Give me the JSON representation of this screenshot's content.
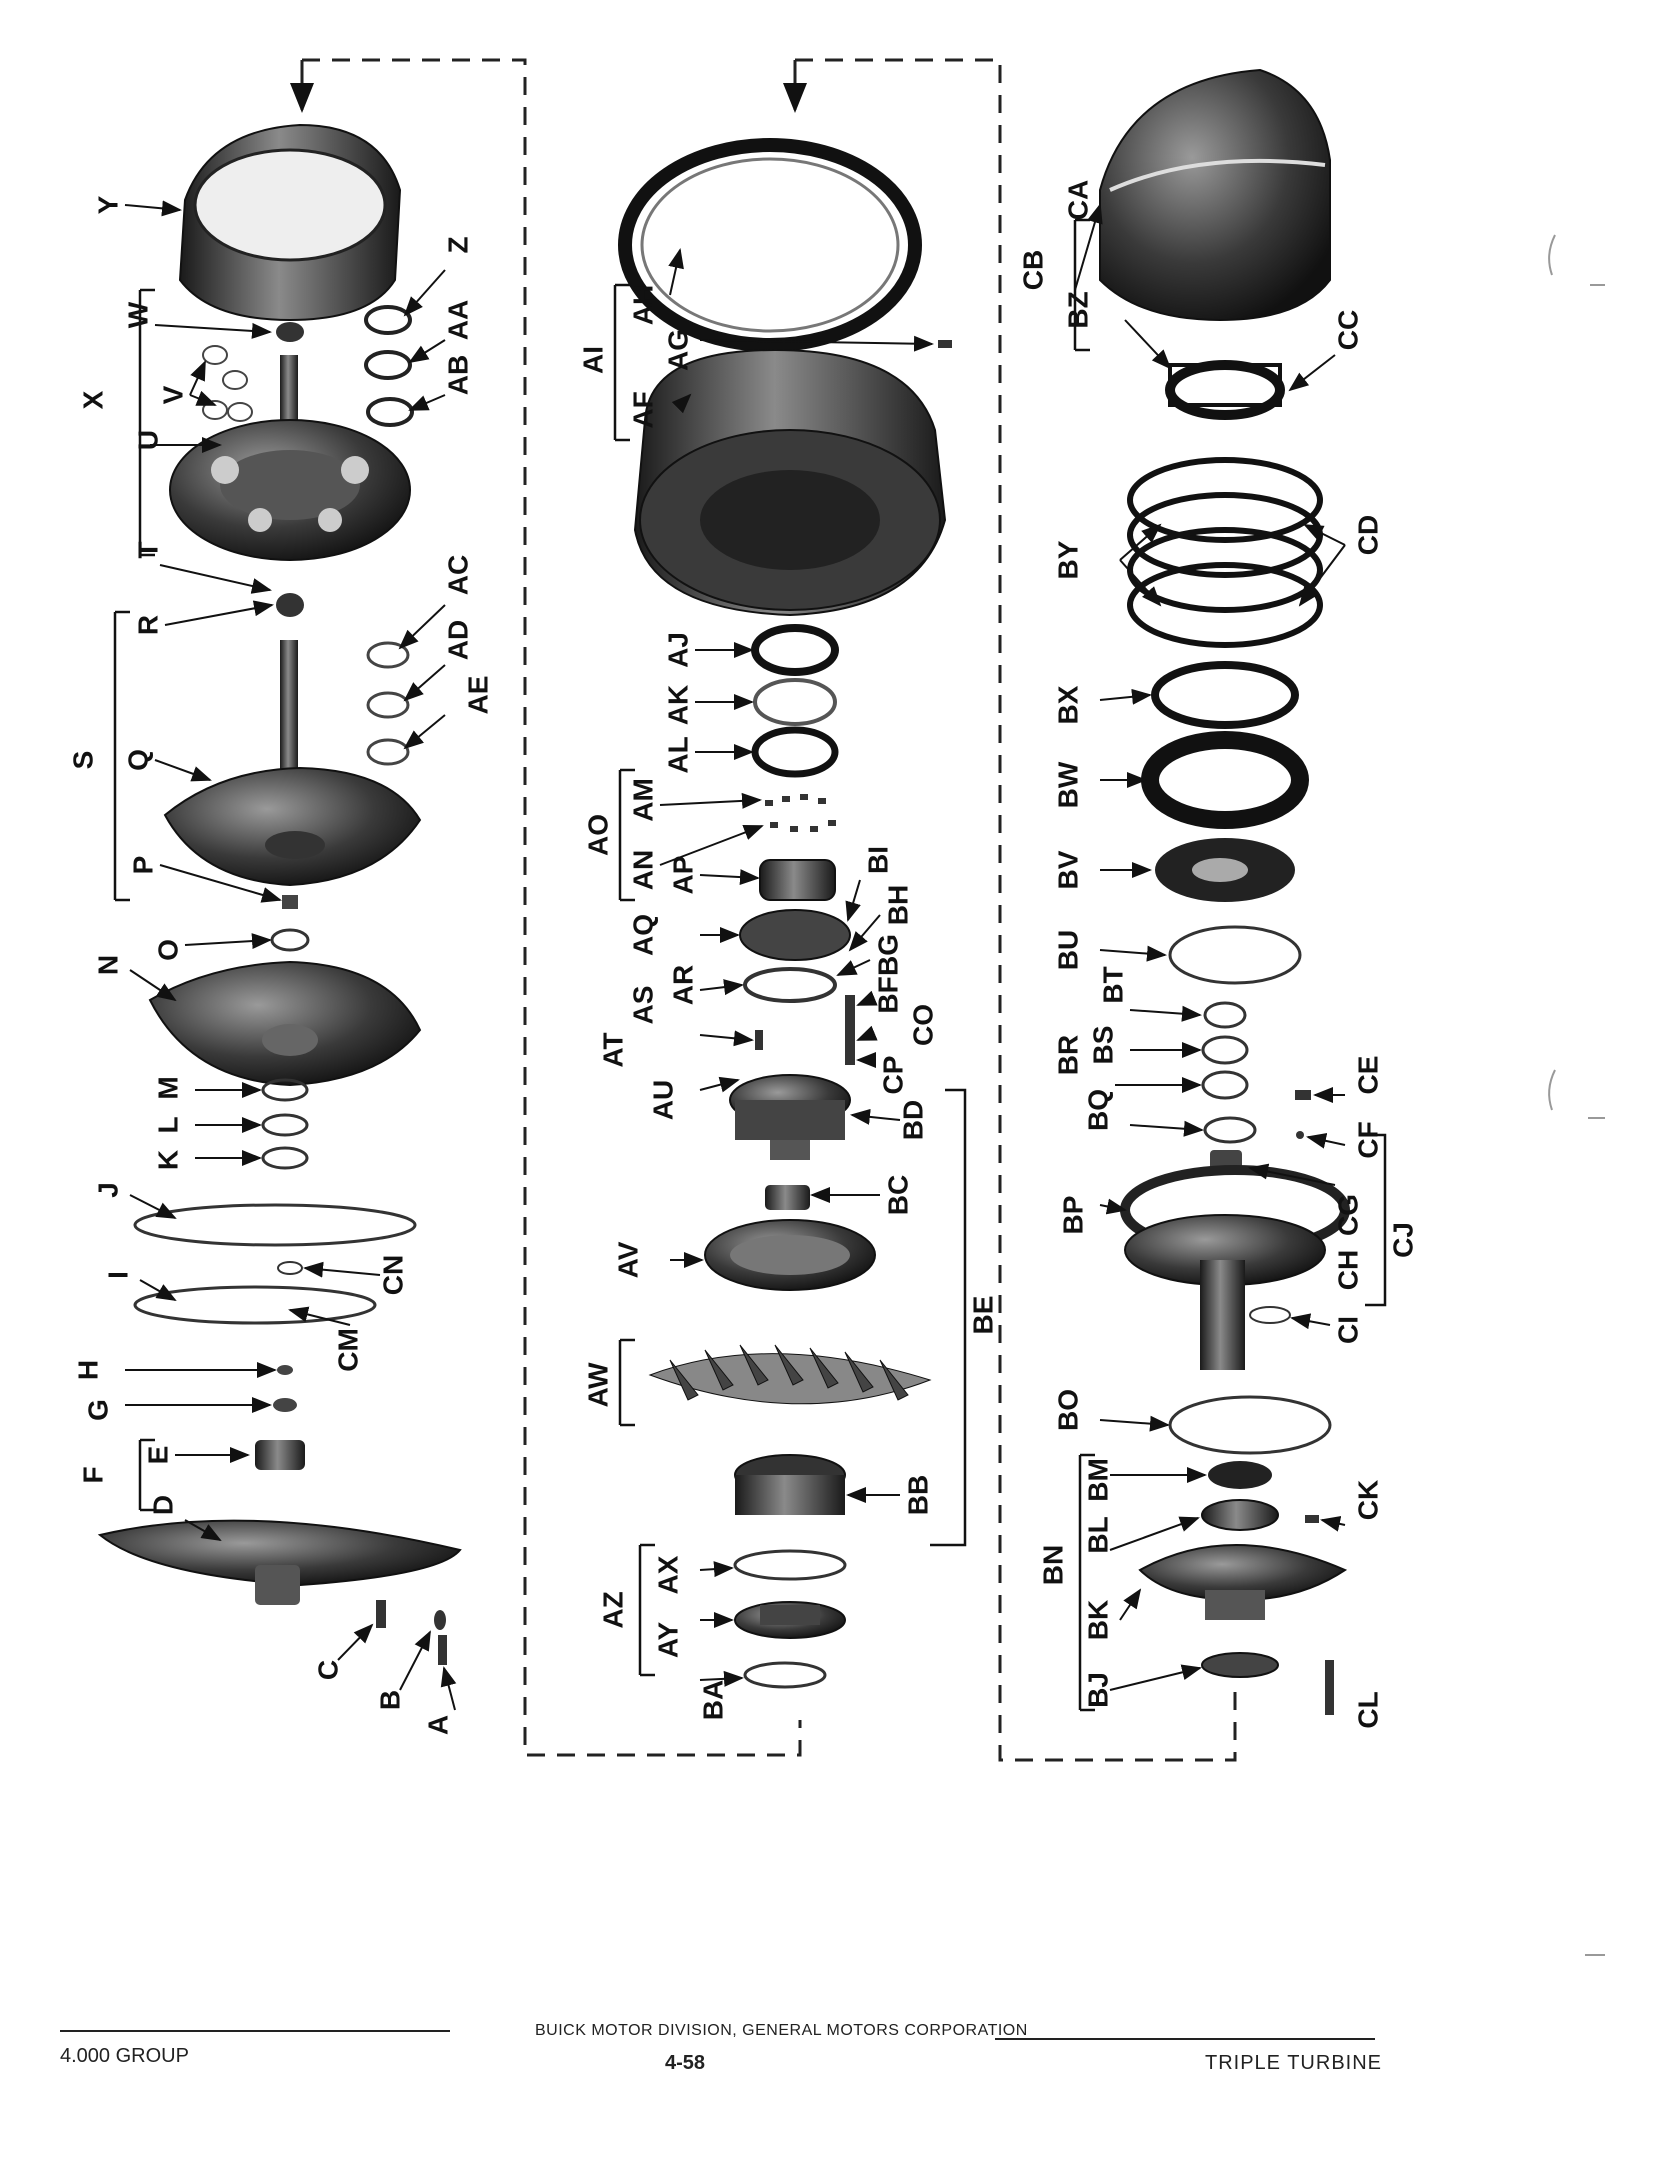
{
  "footer": {
    "group": "4.000 GROUP",
    "publisher": "BUICK MOTOR DIVISION, GENERAL MOTORS CORPORATION",
    "page_number": "4-58",
    "section": "TRIPLE TURBINE"
  },
  "callouts": {
    "left_column": [
      "Y",
      "W",
      "X",
      "V",
      "U",
      "T",
      "Z",
      "AA",
      "AB",
      "R",
      "S",
      "Q",
      "P",
      "AC",
      "AD",
      "AE",
      "O",
      "N",
      "M",
      "L",
      "K",
      "J",
      "I",
      "CN",
      "CM",
      "H",
      "G",
      "F",
      "E",
      "D",
      "C",
      "B",
      "A"
    ],
    "middle_column": [
      "AH",
      "AI",
      "AG",
      "AF",
      "AJ",
      "AK",
      "AL",
      "AO",
      "AM",
      "AN",
      "AP",
      "BI",
      "BH",
      "AQ",
      "AR",
      "BG",
      "BF",
      "AS",
      "CO",
      "AT",
      "CP",
      "AU",
      "BD",
      "BC",
      "AV",
      "BE",
      "AW",
      "BB",
      "AZ",
      "AX",
      "AY",
      "BA"
    ],
    "right_column": [
      "CB",
      "CA",
      "BZ",
      "CC",
      "BY",
      "CD",
      "BX",
      "BW",
      "BV",
      "BU",
      "BT",
      "BS",
      "BR",
      "CE",
      "BQ",
      "CF",
      "CG",
      "BP",
      "CH",
      "CJ",
      "CI",
      "BO",
      "BN",
      "BM",
      "CK",
      "BL",
      "BK",
      "BJ",
      "CL"
    ]
  },
  "colors": {
    "ink": "#111111",
    "part_dark": "#2a2a2a",
    "part_mid": "#6b6b6b",
    "part_light": "#b5b5b5",
    "paper": "#ffffff"
  }
}
